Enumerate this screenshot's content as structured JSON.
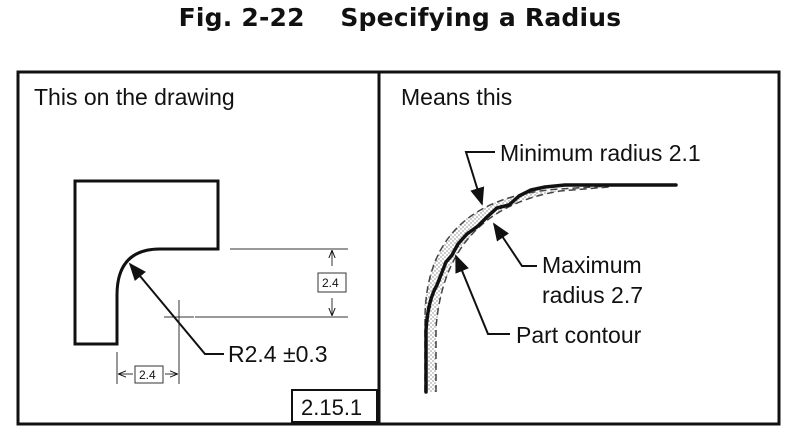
{
  "figure": {
    "title": "Fig. 2-22    Specifying a Radius"
  },
  "left_panel": {
    "heading": "This on the drawing",
    "dim_vertical": "2.4",
    "dim_horizontal": "2.4",
    "radius_callout": "R2.4 ±0.3",
    "ref_code": "2.15.1"
  },
  "right_panel": {
    "heading": "Means this",
    "label_min": "Minimum radius 2.1",
    "label_max_line1": "Maximum",
    "label_max_line2": "radius 2.7",
    "label_part": "Part contour"
  }
}
